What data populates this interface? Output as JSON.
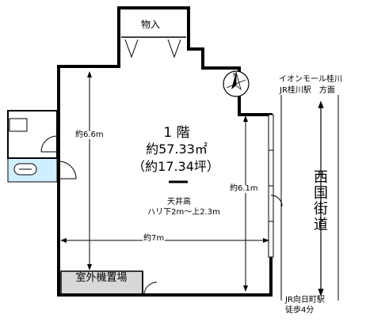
{
  "floor_plan": {
    "storage": "物入",
    "floor": "1 階",
    "area_sqm": "約57.33㎡",
    "area_tsubo": "（約17.34坪）",
    "ceiling_title": "天井高",
    "ceiling_height": "ハリ下2m～上2.3m",
    "dim_vertical_left": "約6.6m",
    "dim_vertical_right": "約6.1m",
    "dim_horizontal": "約7m",
    "outdoor_unit": "室外機置場"
  },
  "surroundings": {
    "north_dest_line1": "イオンモール桂川",
    "north_dest_line2": "JR桂川駅　方面",
    "street": "西国街道",
    "south_dest_line1": "JR向日町駅",
    "south_dest_line2": "徒歩4分"
  },
  "compass": {
    "label": "N"
  },
  "colors": {
    "wall": "#000000",
    "utility_fill": "#cfefff",
    "outdoor_fill": "#d8d8d8"
  }
}
